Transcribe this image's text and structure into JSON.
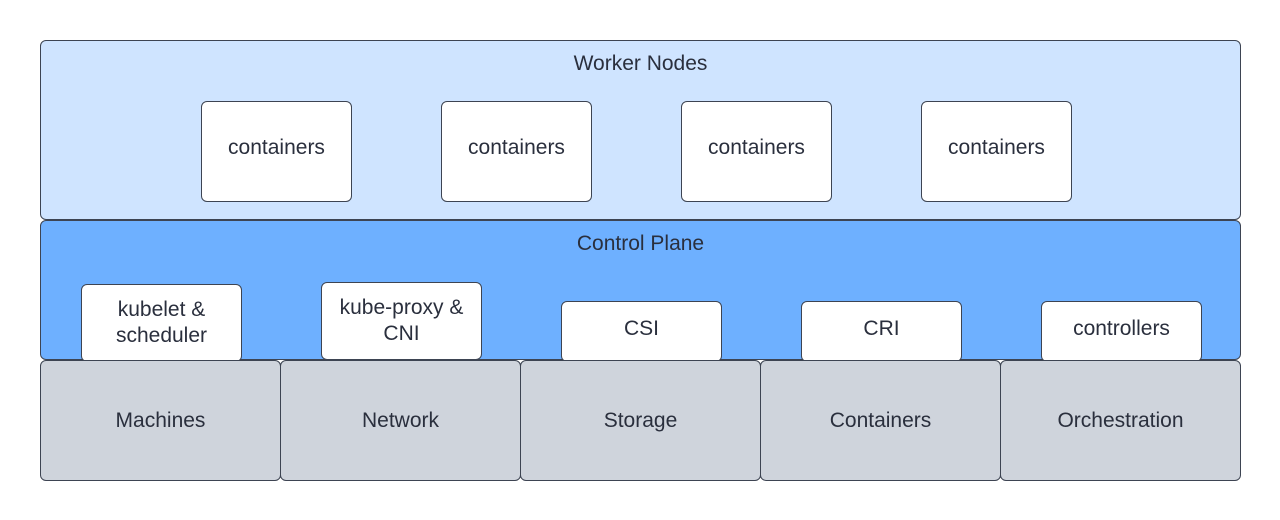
{
  "worker_nodes": {
    "title": "Worker Nodes",
    "containers": [
      "containers",
      "containers",
      "containers",
      "containers"
    ]
  },
  "control_plane": {
    "title": "Control Plane",
    "components": [
      "kubelet &\nscheduler",
      "kube-proxy &\nCNI",
      "CSI",
      "CRI",
      "controllers"
    ]
  },
  "foundation": {
    "items": [
      "Machines",
      "Network",
      "Storage",
      "Containers",
      "Orchestration"
    ]
  },
  "colors": {
    "worker_nodes_fill": "#cfe4ff",
    "control_plane_fill": "#6eb0ff",
    "foundation_fill": "#cfd4dc",
    "inner_box_fill": "#ffffff",
    "border": "#3d4452"
  }
}
